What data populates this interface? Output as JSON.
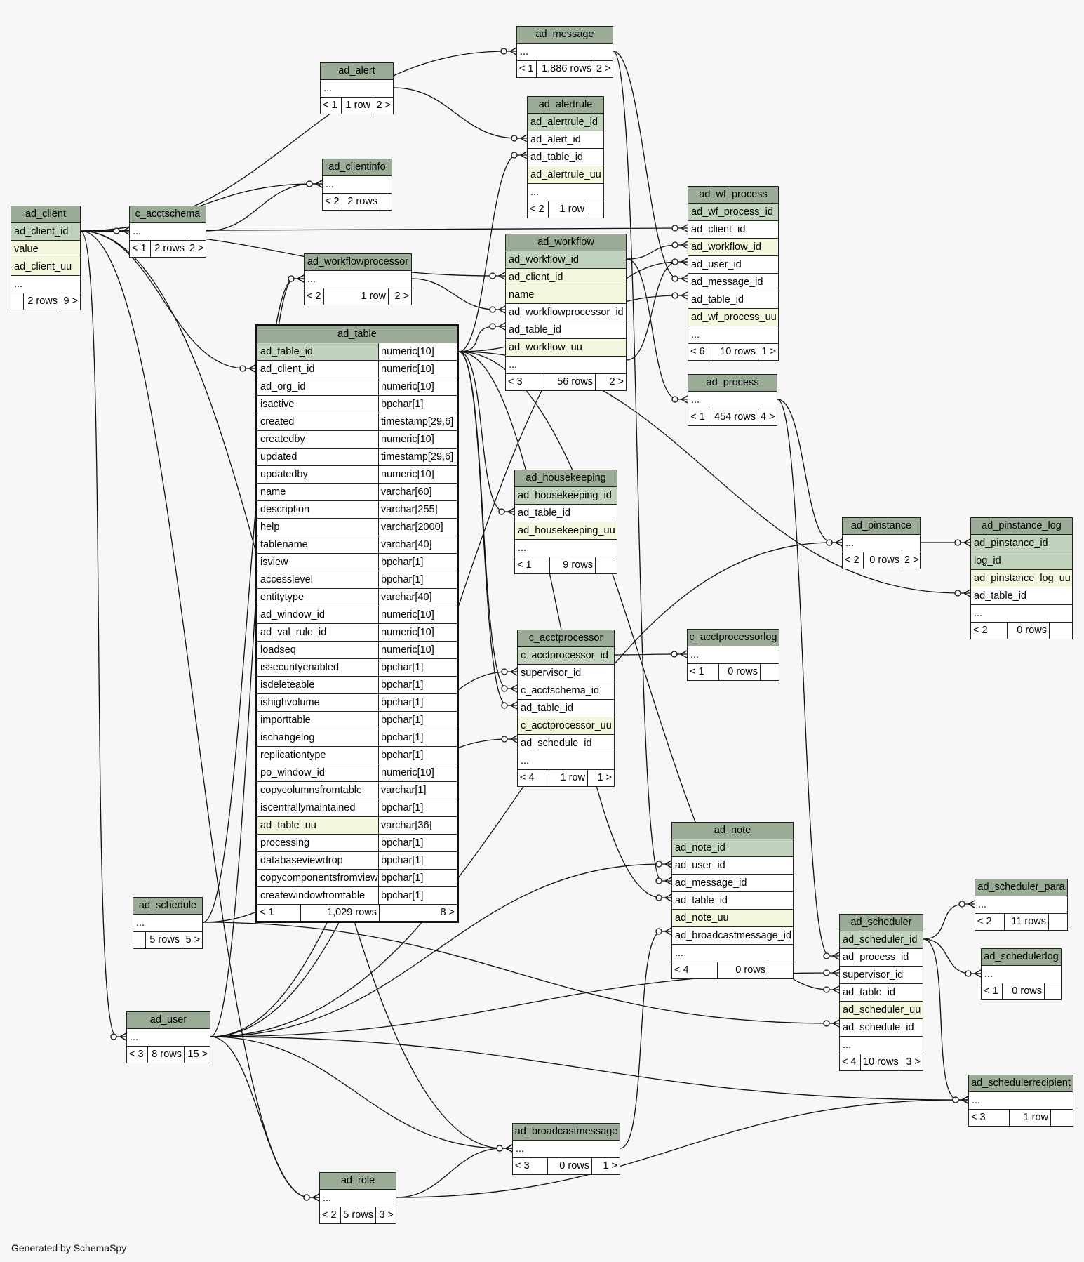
{
  "footer_text": "Generated by SchemaSpy",
  "colors": {
    "header": "#9aab96",
    "primary_key": "#c1d3bd",
    "unique_key": "#f4f6dd",
    "background": "#f7f7f7"
  },
  "tables": {
    "ad_client": {
      "name": "ad_client",
      "rows": [
        "ad_client_id",
        "value",
        "ad_client_uu",
        "..."
      ],
      "footer": [
        "",
        "2 rows",
        "9 >"
      ]
    },
    "c_acctschema": {
      "name": "c_acctschema",
      "rows": [
        "..."
      ],
      "footer": [
        "< 1",
        "2 rows",
        "2 >"
      ]
    },
    "ad_alert": {
      "name": "ad_alert",
      "rows": [
        "..."
      ],
      "footer": [
        "< 1",
        "1 row",
        "2 >"
      ]
    },
    "ad_clientinfo": {
      "name": "ad_clientinfo",
      "rows": [
        "..."
      ],
      "footer": [
        "< 2",
        "2 rows",
        ""
      ]
    },
    "ad_message": {
      "name": "ad_message",
      "rows": [
        "..."
      ],
      "footer": [
        "< 1",
        "1,886 rows",
        "2 >"
      ]
    },
    "ad_alertrule": {
      "name": "ad_alertrule",
      "rows": [
        "ad_alertrule_id",
        "ad_alert_id",
        "ad_table_id",
        "ad_alertrule_uu",
        "..."
      ],
      "footer": [
        "< 2",
        "1 row",
        ""
      ]
    },
    "ad_wf_process": {
      "name": "ad_wf_process",
      "rows": [
        "ad_wf_process_id",
        "ad_client_id",
        "ad_workflow_id",
        "ad_user_id",
        "ad_message_id",
        "ad_table_id",
        "ad_wf_process_uu",
        "..."
      ],
      "footer": [
        "< 6",
        "10 rows",
        "1 >"
      ]
    },
    "ad_workflowprocessor": {
      "name": "ad_workflowprocessor",
      "rows": [
        "..."
      ],
      "footer": [
        "< 2",
        "1 row",
        "2 >"
      ]
    },
    "ad_workflow": {
      "name": "ad_workflow",
      "rows": [
        "ad_workflow_id",
        "ad_client_id",
        "name",
        "ad_workflowprocessor_id",
        "ad_table_id",
        "ad_workflow_uu",
        "..."
      ],
      "footer": [
        "< 3",
        "56 rows",
        "2 >"
      ]
    },
    "ad_process": {
      "name": "ad_process",
      "rows": [
        "..."
      ],
      "footer": [
        "< 1",
        "454 rows",
        "4 >"
      ]
    },
    "ad_table": {
      "name": "ad_table",
      "columns": [
        [
          "ad_table_id",
          "numeric[10]"
        ],
        [
          "ad_client_id",
          "numeric[10]"
        ],
        [
          "ad_org_id",
          "numeric[10]"
        ],
        [
          "isactive",
          "bpchar[1]"
        ],
        [
          "created",
          "timestamp[29,6]"
        ],
        [
          "createdby",
          "numeric[10]"
        ],
        [
          "updated",
          "timestamp[29,6]"
        ],
        [
          "updatedby",
          "numeric[10]"
        ],
        [
          "name",
          "varchar[60]"
        ],
        [
          "description",
          "varchar[255]"
        ],
        [
          "help",
          "varchar[2000]"
        ],
        [
          "tablename",
          "varchar[40]"
        ],
        [
          "isview",
          "bpchar[1]"
        ],
        [
          "accesslevel",
          "bpchar[1]"
        ],
        [
          "entitytype",
          "varchar[40]"
        ],
        [
          "ad_window_id",
          "numeric[10]"
        ],
        [
          "ad_val_rule_id",
          "numeric[10]"
        ],
        [
          "loadseq",
          "numeric[10]"
        ],
        [
          "issecurityenabled",
          "bpchar[1]"
        ],
        [
          "isdeleteable",
          "bpchar[1]"
        ],
        [
          "ishighvolume",
          "bpchar[1]"
        ],
        [
          "importtable",
          "bpchar[1]"
        ],
        [
          "ischangelog",
          "bpchar[1]"
        ],
        [
          "replicationtype",
          "bpchar[1]"
        ],
        [
          "po_window_id",
          "numeric[10]"
        ],
        [
          "copycolumnsfromtable",
          "varchar[1]"
        ],
        [
          "iscentrallymaintained",
          "bpchar[1]"
        ],
        [
          "ad_table_uu",
          "varchar[36]"
        ],
        [
          "processing",
          "bpchar[1]"
        ],
        [
          "databaseviewdrop",
          "bpchar[1]"
        ],
        [
          "copycomponentsfromview",
          "bpchar[1]"
        ],
        [
          "createwindowfromtable",
          "bpchar[1]"
        ]
      ],
      "footer": [
        "< 1",
        "1,029 rows",
        "8 >"
      ]
    },
    "ad_housekeeping": {
      "name": "ad_housekeeping",
      "rows": [
        "ad_housekeeping_id",
        "ad_table_id",
        "ad_housekeeping_uu",
        "..."
      ],
      "footer": [
        "< 1",
        "9 rows",
        ""
      ]
    },
    "ad_pinstance": {
      "name": "ad_pinstance",
      "rows": [
        "..."
      ],
      "footer": [
        "< 2",
        "0 rows",
        "2 >"
      ]
    },
    "ad_pinstance_log": {
      "name": "ad_pinstance_log",
      "rows": [
        "ad_pinstance_id",
        "log_id",
        "ad_pinstance_log_uu",
        "ad_table_id",
        "..."
      ],
      "footer": [
        "< 2",
        "0 rows",
        ""
      ]
    },
    "c_acctprocessor": {
      "name": "c_acctprocessor",
      "rows": [
        "c_acctprocessor_id",
        "supervisor_id",
        "c_acctschema_id",
        "ad_table_id",
        "c_acctprocessor_uu",
        "ad_schedule_id",
        "..."
      ],
      "footer": [
        "< 4",
        "1 row",
        "1 >"
      ]
    },
    "c_acctprocessorlog": {
      "name": "c_acctprocessorlog",
      "rows": [
        "..."
      ],
      "footer": [
        "< 1",
        "0 rows",
        ""
      ]
    },
    "ad_note": {
      "name": "ad_note",
      "rows": [
        "ad_note_id",
        "ad_user_id",
        "ad_message_id",
        "ad_table_id",
        "ad_note_uu",
        "ad_broadcastmessage_id",
        "..."
      ],
      "footer": [
        "< 4",
        "0 rows",
        ""
      ]
    },
    "ad_schedule": {
      "name": "ad_schedule",
      "rows": [
        "..."
      ],
      "footer": [
        "",
        "5 rows",
        "5 >"
      ]
    },
    "ad_scheduler": {
      "name": "ad_scheduler",
      "rows": [
        "ad_scheduler_id",
        "ad_process_id",
        "supervisor_id",
        "ad_table_id",
        "ad_scheduler_uu",
        "ad_schedule_id",
        "..."
      ],
      "footer": [
        "< 4",
        "10 rows",
        "3 >"
      ]
    },
    "ad_scheduler_para": {
      "name": "ad_scheduler_para",
      "rows": [
        "..."
      ],
      "footer": [
        "< 2",
        "11 rows",
        ""
      ]
    },
    "ad_schedulerlog": {
      "name": "ad_schedulerlog",
      "rows": [
        "..."
      ],
      "footer": [
        "< 1",
        "0 rows",
        ""
      ]
    },
    "ad_user": {
      "name": "ad_user",
      "rows": [
        "..."
      ],
      "footer": [
        "< 3",
        "8 rows",
        "15 >"
      ]
    },
    "ad_schedulerrecipient": {
      "name": "ad_schedulerrecipient",
      "rows": [
        "..."
      ],
      "footer": [
        "< 3",
        "1 row",
        ""
      ]
    },
    "ad_broadcastmessage": {
      "name": "ad_broadcastmessage",
      "rows": [
        "..."
      ],
      "footer": [
        "< 3",
        "0 rows",
        "1 >"
      ]
    },
    "ad_role": {
      "name": "ad_role",
      "rows": [
        "..."
      ],
      "footer": [
        "< 2",
        "5 rows",
        "3 >"
      ]
    }
  }
}
